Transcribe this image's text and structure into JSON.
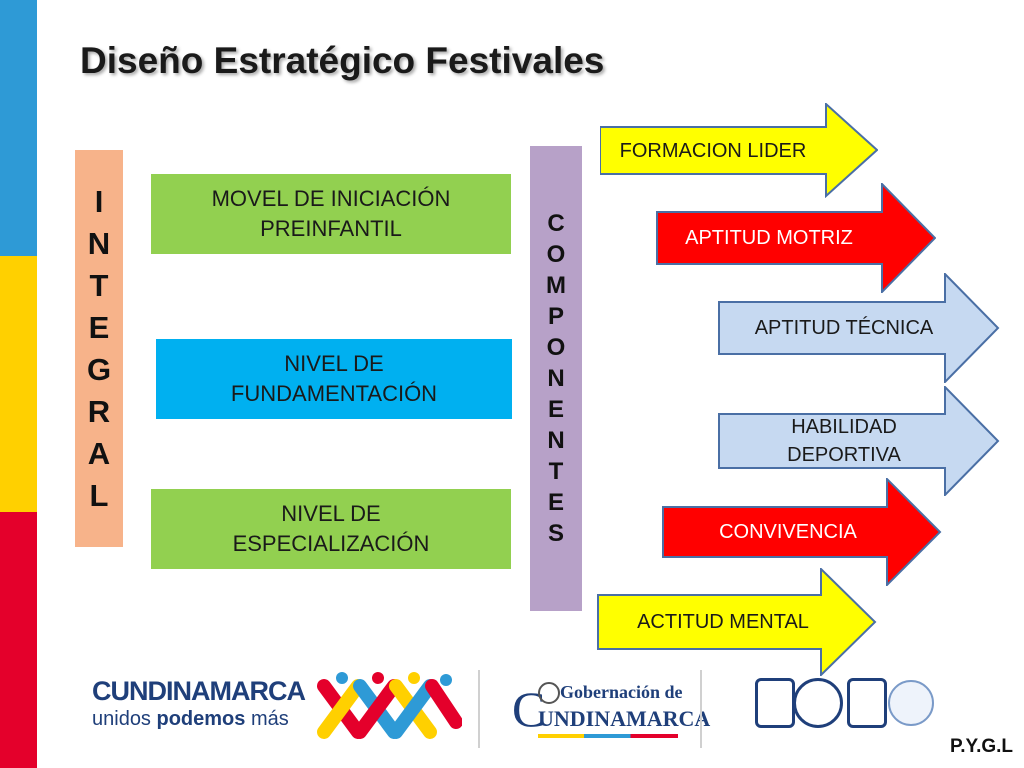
{
  "title": "Diseño Estratégico Festivales",
  "integral": [
    "I",
    "N",
    "T",
    "E",
    "G",
    "R",
    "A",
    "L"
  ],
  "componentes": [
    "C",
    "O",
    "M",
    "P",
    "O",
    "N",
    "E",
    "N",
    "T",
    "E",
    "S"
  ],
  "levels": [
    {
      "lines": [
        "MOVEL DE INICIACIÓN",
        "PREINFANTIL"
      ],
      "color": "#92d050"
    },
    {
      "lines": [
        "NIVEL DE",
        "FUNDAMENTACIÓN"
      ],
      "color": "#00b0f0"
    },
    {
      "lines": [
        "NIVEL DE",
        "ESPECIALIZACIÓN"
      ],
      "color": "#92d050"
    }
  ],
  "components": [
    {
      "lines": [
        "FORMACION LIDER"
      ],
      "fill": "#ffff00",
      "text_color": "#1a1a1a"
    },
    {
      "lines": [
        "APTITUD MOTRIZ"
      ],
      "fill": "#ff0000",
      "text_color": "#ffffff"
    },
    {
      "lines": [
        "APTITUD TÉCNICA"
      ],
      "fill": "#c6d9f1",
      "text_color": "#1a1a1a"
    },
    {
      "lines": [
        "HABILIDAD",
        "DEPORTIVA"
      ],
      "fill": "#c6d9f1",
      "text_color": "#1a1a1a"
    },
    {
      "lines": [
        "CONVIVENCIA"
      ],
      "fill": "#ff0000",
      "text_color": "#ffffff"
    },
    {
      "lines": [
        "ACTITUD MENTAL"
      ],
      "fill": "#ffff00",
      "text_color": "#1a1a1a"
    }
  ],
  "footer": {
    "cundinamarca": "CUNDINAMARCA",
    "slogan_prefix": "unidos ",
    "slogan_bold": "podemos",
    "slogan_suffix": " más",
    "gobernacion_de": "Gobernación de",
    "gobernacion_name": "UNDINAMARCA",
    "gobernacion_initial": "C",
    "credit": "P.Y.G.L"
  }
}
